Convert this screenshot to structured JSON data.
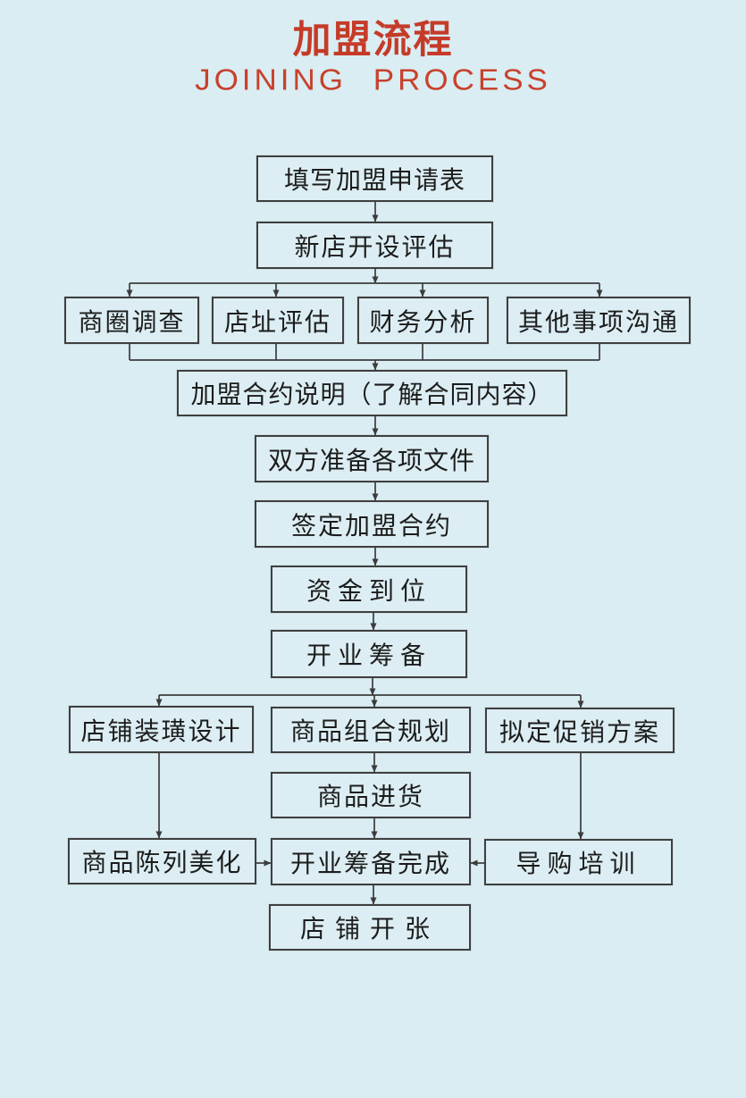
{
  "header": {
    "title_zh": "加盟流程",
    "title_en": "JOINING PROCESS"
  },
  "theme": {
    "background_color": "#d9edf2",
    "accent_red": "#c53b28",
    "box_border_color": "#3f3f3f",
    "box_text_color": "#1c1c1c"
  },
  "flowchart": {
    "nodes": [
      {
        "id": "fill-application",
        "label": "填写加盟申请表"
      },
      {
        "id": "new-store-evaluation",
        "label": "新店开设评估"
      },
      {
        "id": "trade-area-survey",
        "label": "商圈调查"
      },
      {
        "id": "site-evaluation",
        "label": "店址评估"
      },
      {
        "id": "financial-analysis",
        "label": "财务分析"
      },
      {
        "id": "other-matters",
        "label": "其他事项沟通"
      },
      {
        "id": "contract-explanation",
        "label": "加盟合约说明（了解合同内容）"
      },
      {
        "id": "prepare-documents",
        "label": "双方准备各项文件"
      },
      {
        "id": "sign-contract",
        "label": "签定加盟合约"
      },
      {
        "id": "funds-in-place",
        "label": "资金到位"
      },
      {
        "id": "opening-preparation",
        "label": "开业筹备"
      },
      {
        "id": "store-decoration-design",
        "label": "店铺装璜设计"
      },
      {
        "id": "product-mix-planning",
        "label": "商品组合规划"
      },
      {
        "id": "promotion-plan",
        "label": "拟定促销方案"
      },
      {
        "id": "product-purchasing",
        "label": "商品进货"
      },
      {
        "id": "display-beautify",
        "label": "商品陈列美化"
      },
      {
        "id": "opening-prep-complete",
        "label": "开业筹备完成"
      },
      {
        "id": "guide-training",
        "label": "导购培训"
      },
      {
        "id": "store-opening",
        "label": "店铺开张"
      }
    ],
    "edges": [
      {
        "from": "fill-application",
        "to": "new-store-evaluation"
      },
      {
        "from": "new-store-evaluation",
        "to": "trade-area-survey"
      },
      {
        "from": "new-store-evaluation",
        "to": "site-evaluation"
      },
      {
        "from": "new-store-evaluation",
        "to": "financial-analysis"
      },
      {
        "from": "new-store-evaluation",
        "to": "other-matters"
      },
      {
        "from": "trade-area-survey",
        "to": "contract-explanation"
      },
      {
        "from": "site-evaluation",
        "to": "contract-explanation"
      },
      {
        "from": "financial-analysis",
        "to": "contract-explanation"
      },
      {
        "from": "other-matters",
        "to": "contract-explanation"
      },
      {
        "from": "contract-explanation",
        "to": "prepare-documents"
      },
      {
        "from": "prepare-documents",
        "to": "sign-contract"
      },
      {
        "from": "sign-contract",
        "to": "funds-in-place"
      },
      {
        "from": "funds-in-place",
        "to": "opening-preparation"
      },
      {
        "from": "opening-preparation",
        "to": "store-decoration-design"
      },
      {
        "from": "opening-preparation",
        "to": "product-mix-planning"
      },
      {
        "from": "opening-preparation",
        "to": "promotion-plan"
      },
      {
        "from": "store-decoration-design",
        "to": "display-beautify"
      },
      {
        "from": "product-mix-planning",
        "to": "product-purchasing"
      },
      {
        "from": "promotion-plan",
        "to": "guide-training"
      },
      {
        "from": "product-purchasing",
        "to": "opening-prep-complete"
      },
      {
        "from": "display-beautify",
        "to": "opening-prep-complete"
      },
      {
        "from": "guide-training",
        "to": "opening-prep-complete"
      },
      {
        "from": "opening-prep-complete",
        "to": "store-opening"
      }
    ]
  }
}
